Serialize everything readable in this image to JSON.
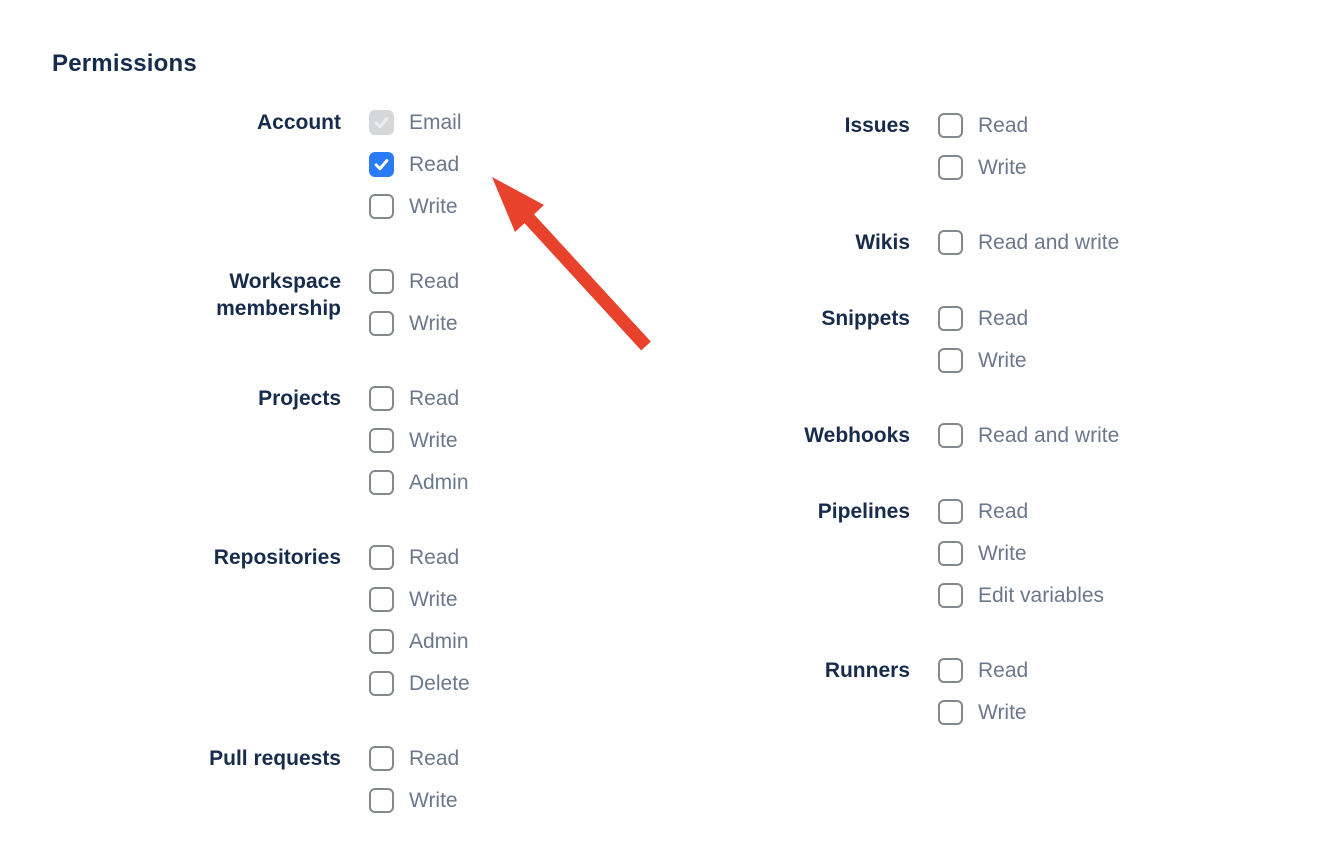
{
  "heading": "Permissions",
  "colors": {
    "heading": "#172B4D",
    "group_label": "#172B4D",
    "option_label": "#6B778C",
    "checked_bg": "#2A7CF6",
    "checked_glyph": "#FFFFFF",
    "disabled_bg": "#D5D7D9",
    "disabled_glyph": "#ECEEEF",
    "box_border": "#84888F",
    "arrow": "#E8422C",
    "page_bg": "#FFFFFF"
  },
  "annotation": {
    "shape": "red-arrow",
    "points_at": "Account Read checkbox"
  },
  "columns": [
    {
      "groups": [
        {
          "label": "Account",
          "options": [
            {
              "label": "Email",
              "state": "disabled_checked"
            },
            {
              "label": "Read",
              "state": "checked"
            },
            {
              "label": "Write",
              "state": "unchecked"
            }
          ]
        },
        {
          "label": "Workspace membership",
          "options": [
            {
              "label": "Read",
              "state": "unchecked"
            },
            {
              "label": "Write",
              "state": "unchecked"
            }
          ]
        },
        {
          "label": "Projects",
          "options": [
            {
              "label": "Read",
              "state": "unchecked"
            },
            {
              "label": "Write",
              "state": "unchecked"
            },
            {
              "label": "Admin",
              "state": "unchecked"
            }
          ]
        },
        {
          "label": "Repositories",
          "options": [
            {
              "label": "Read",
              "state": "unchecked"
            },
            {
              "label": "Write",
              "state": "unchecked"
            },
            {
              "label": "Admin",
              "state": "unchecked"
            },
            {
              "label": "Delete",
              "state": "unchecked"
            }
          ]
        },
        {
          "label": "Pull requests",
          "options": [
            {
              "label": "Read",
              "state": "unchecked"
            },
            {
              "label": "Write",
              "state": "unchecked"
            }
          ]
        }
      ]
    },
    {
      "groups": [
        {
          "label": "Issues",
          "options": [
            {
              "label": "Read",
              "state": "unchecked"
            },
            {
              "label": "Write",
              "state": "unchecked"
            }
          ]
        },
        {
          "label": "Wikis",
          "options": [
            {
              "label": "Read and write",
              "state": "unchecked"
            }
          ]
        },
        {
          "label": "Snippets",
          "options": [
            {
              "label": "Read",
              "state": "unchecked"
            },
            {
              "label": "Write",
              "state": "unchecked"
            }
          ]
        },
        {
          "label": "Webhooks",
          "options": [
            {
              "label": "Read and write",
              "state": "unchecked"
            }
          ]
        },
        {
          "label": "Pipelines",
          "options": [
            {
              "label": "Read",
              "state": "unchecked"
            },
            {
              "label": "Write",
              "state": "unchecked"
            },
            {
              "label": "Edit variables",
              "state": "unchecked"
            }
          ]
        },
        {
          "label": "Runners",
          "options": [
            {
              "label": "Read",
              "state": "unchecked"
            },
            {
              "label": "Write",
              "state": "unchecked"
            }
          ]
        }
      ]
    }
  ]
}
